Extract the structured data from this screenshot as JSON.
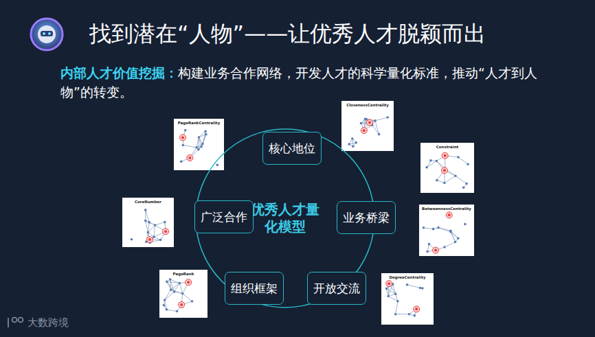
{
  "diagram": {
    "title": "找到潜在“人物”——让优秀人才脱颖而出",
    "nodes": [
      {
        "text": [
          "优秀人才量化模型"
        ]
      },
      {
        "text": [
          "核心地位"
        ]
      },
      {
        "text": [
          "业务桥梁"
        ]
      },
      {
        "text": [
          "开放交流"
        ]
      },
      {
        "text": [
          "组织框架"
        ]
      },
      {
        "text": [
          "广泛合作"
        ]
      }
    ],
    "labels": [
      "内部人才价值挖掘：",
      "构建业务合作网络，开发人才的科学量化标准，推动“人才到人物”的转变。",
      "PageRankCentrality",
      "ClosenessCentrality",
      "Constraint",
      "BetweennessCentrality",
      "DegreeCentrality",
      "PageRank",
      "CoreNumber",
      "大数跨境"
    ]
  }
}
